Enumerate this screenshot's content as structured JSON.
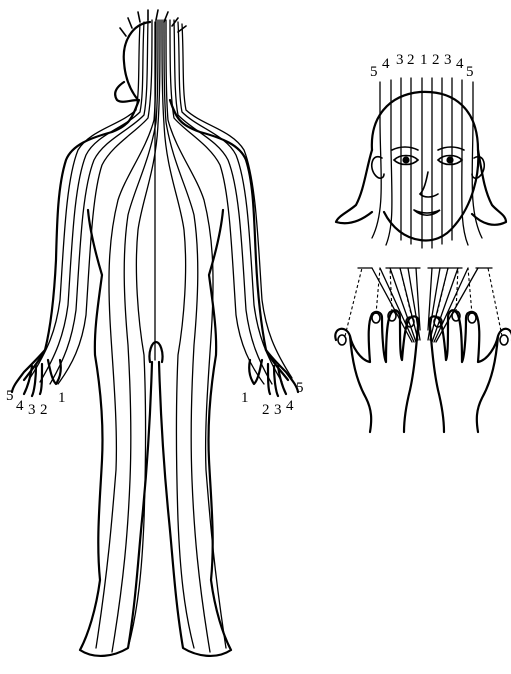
{
  "body_left_hand_labels": [
    "5",
    "4",
    "3",
    "2",
    "1"
  ],
  "body_right_hand_labels": [
    "1",
    "2",
    "3",
    "4",
    "5"
  ],
  "face_top_labels": [
    "5",
    "4",
    "3",
    "2",
    "1",
    "2",
    "3",
    "4",
    "5"
  ],
  "colors": {
    "ink": "#000000",
    "paper": "#ffffff"
  }
}
